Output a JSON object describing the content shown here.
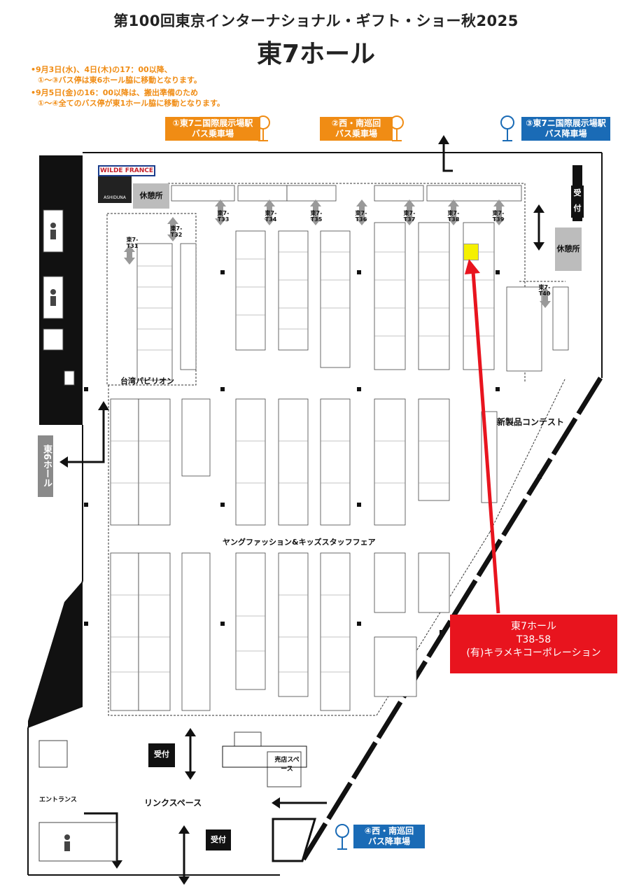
{
  "header": {
    "subtitle": "第100回東京インターナショナル・ギフト・ショー秋2025",
    "title": "東7ホール"
  },
  "notices": [
    "•9月3日(水)、4日(木)の17：00以降、",
    "①～③バス停は東6ホール脇に移動となります。",
    "•9月5日(金)の16：00以降は、搬出準備のため",
    "①～④全てのバス停が東1ホール脇に移動となります。"
  ],
  "bus_stops": {
    "stop1": [
      "①東7ニ国際展示場駅",
      "バス乗車場"
    ],
    "stop2": [
      "②西・南巡回",
      "バス乗車場"
    ],
    "stop3": [
      "③東7ニ国際展示場駅",
      "バス降車場"
    ],
    "stop4": [
      "④西・南巡回",
      "バス降車場"
    ]
  },
  "areas": {
    "rest_area_top": "休憩所",
    "rest_area_right": "休憩所",
    "reception_right": "受付",
    "reception_bottom_left": "受付",
    "reception_bottom": "受付",
    "hall6": "東6ホール",
    "taiwan_pavilion": "台湾パビリオン",
    "new_product_contest": "新製品コンテスト",
    "young_fashion": "ヤングファッション&キッズスタッフフェア",
    "link_space": "リンクスペース",
    "entrance": "エントランス",
    "shop_space": "売店スペース",
    "wilde_france_logo": "WILDE FRANCE",
    "ashiduna_logo": "ASHIDUNA"
  },
  "booth_codes": [
    "東7-T31",
    "東7-T32",
    "東7-T33",
    "東7-T34",
    "東7-T35",
    "東7-T36",
    "東7-T37",
    "東7-T38",
    "東7-T39",
    "東7-T40"
  ],
  "callout": {
    "line1": "東7ホール",
    "line2": "T38-58",
    "line3": "(有)キラメキコーポレーション"
  },
  "colors": {
    "bus_orange": "#f08c14",
    "bus_blue": "#1a6bb6",
    "callout_red": "#e8141e",
    "highlight_yellow": "#f5f000",
    "rest_gray": "#bcbcbc"
  }
}
